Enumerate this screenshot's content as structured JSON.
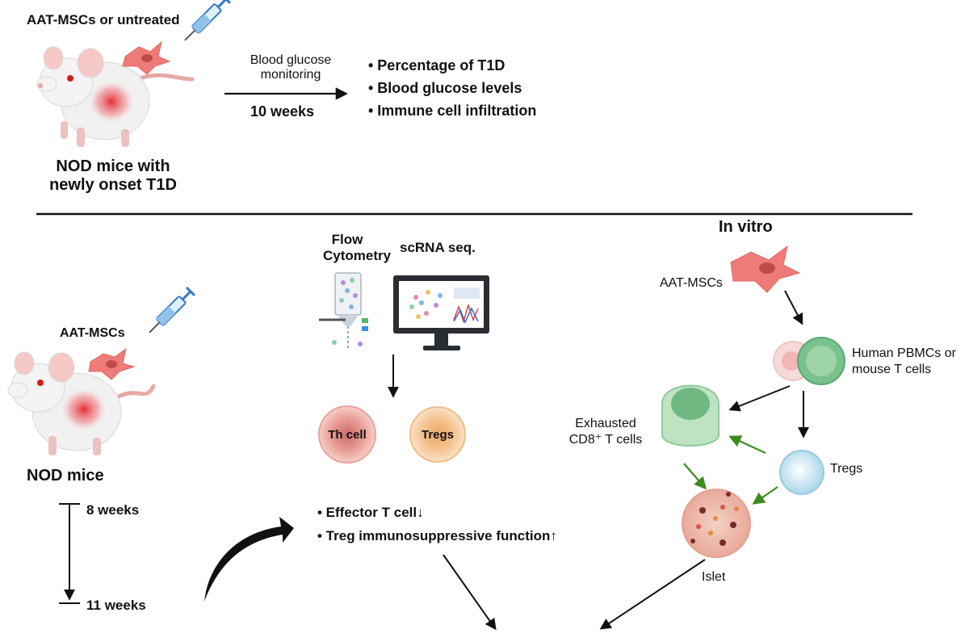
{
  "top_panel": {
    "treatment_label": "AAT-MSCs or untreated",
    "mice_label_line1": "NOD mice with",
    "mice_label_line2": "newly onset T1D",
    "arrow_label_line1": "Blood glucose",
    "arrow_label_line2": "monitoring",
    "duration": "10 weeks",
    "outcomes": [
      "• Percentage of T1D",
      "• Blood glucose levels",
      "• Immune cell infiltration"
    ]
  },
  "bottom_left": {
    "injection_label": "AAT-MSCs",
    "mice_label": "NOD mice",
    "timeline_start": "8 weeks",
    "timeline_end": "11 weeks"
  },
  "middle": {
    "method1_line1": "Flow",
    "method1_line2": "Cytometry",
    "method2": "scRNA seq.",
    "cell1": "Th cell",
    "cell2": "Tregs",
    "findings": [
      "• Effector T cell↓",
      "• Treg immunosuppressive function↑"
    ]
  },
  "in_vitro": {
    "title": "In vitro",
    "msc_label": "AAT-MSCs",
    "pbmc_line1": "Human PBMCs or",
    "pbmc_line2": "mouse T cells",
    "exhausted_line1": "Exhausted",
    "exhausted_line2": "CD8⁺ T  cells",
    "tregs_label": "Tregs",
    "islet_label": "Islet"
  },
  "colors": {
    "green_arrow": "#3f8a1f",
    "msc": "#ef7b78",
    "treg": "#bfe0ef",
    "exhausted": "#9fd4a6",
    "th_cell": "#f2b4ad",
    "tregs_cell": "#f6c99c"
  }
}
